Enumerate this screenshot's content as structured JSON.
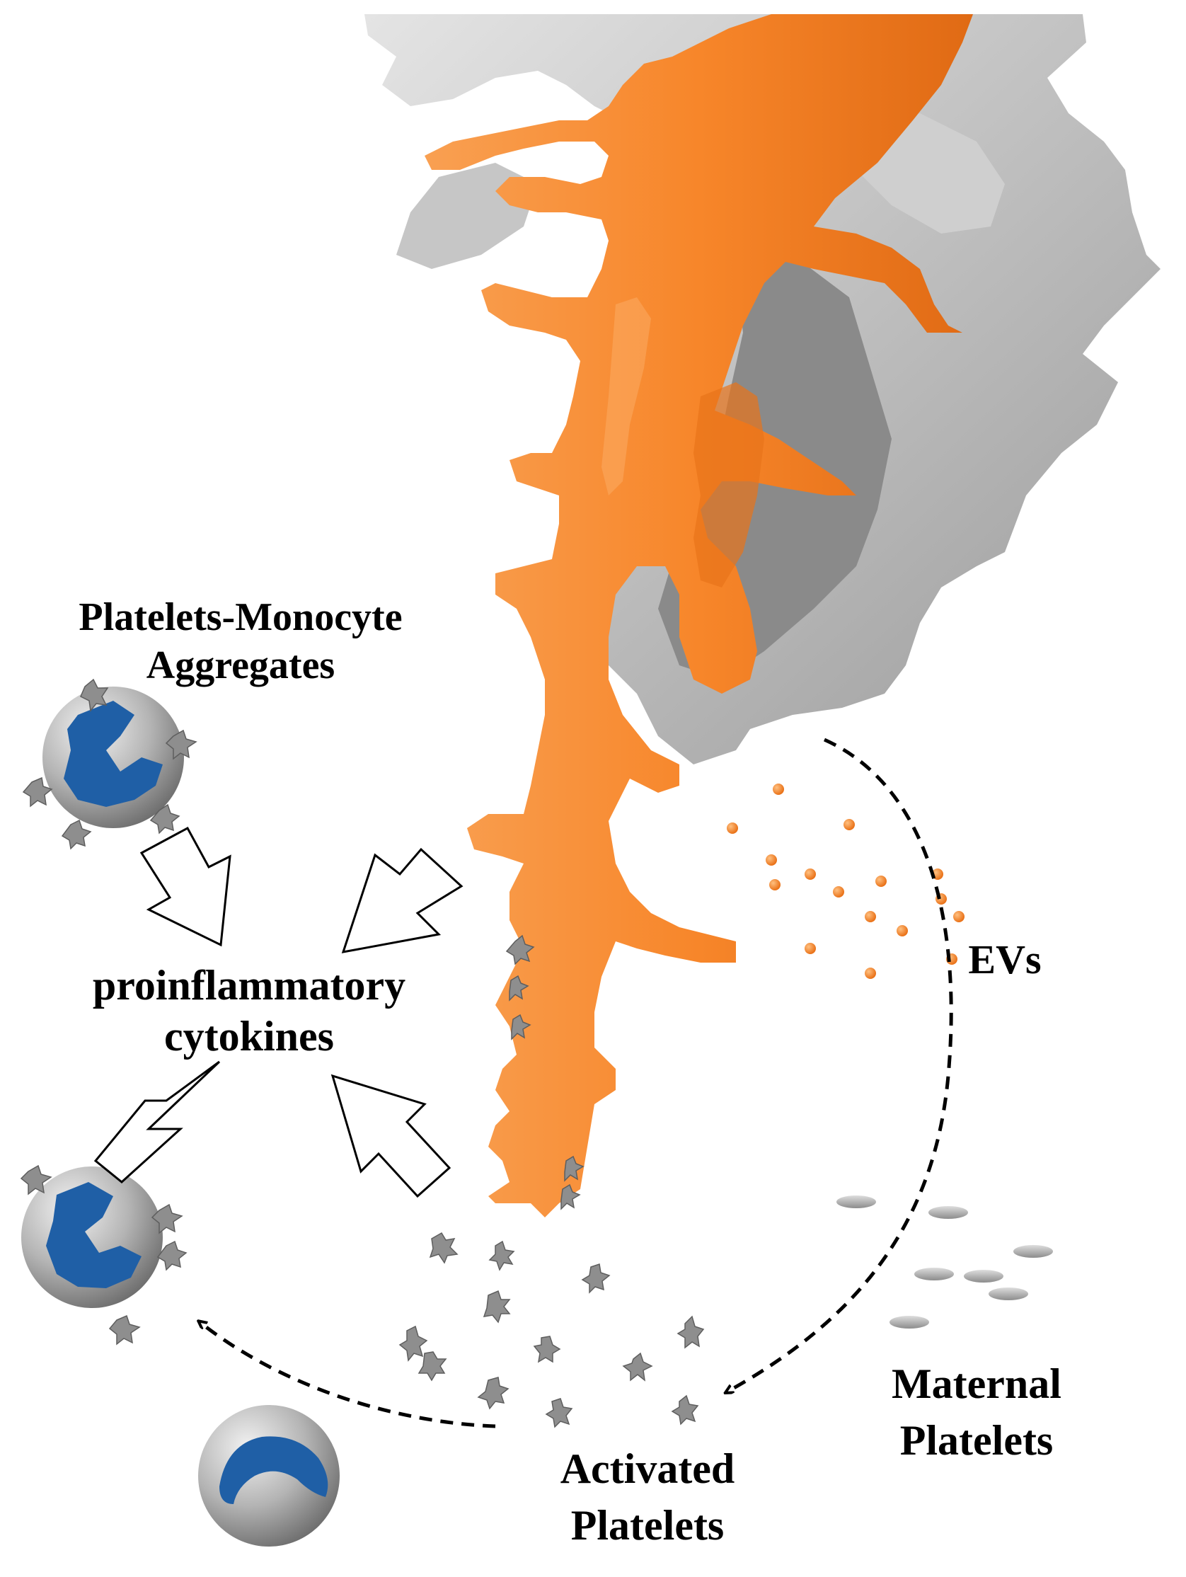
{
  "labels": {
    "pma_line1": "Platelets-Monocyte",
    "pma_line2": "Aggregates",
    "cyto_line1": "proinflammatory",
    "cyto_line2": "cytokines",
    "evs": "EVs",
    "maternal_line1": "Maternal",
    "maternal_line2": "Platelets",
    "activated_line1": "Activated",
    "activated_line2": "Platelets"
  },
  "colors": {
    "villus": "#f7862a",
    "villus_shade": "#d9661a",
    "maternal_tissue": "#b9b9b9",
    "maternal_tissue_dark": "#8a8a8a",
    "monocyte_body": "#a9a9a9",
    "monocyte_nucleus": "#1f5fa6",
    "platelet": "#9a9a9a",
    "ev": "#f07a1e"
  },
  "icons": {
    "placental_villus": "placental-villus-icon",
    "monocyte": "monocyte-icon",
    "activated_platelet": "activated-platelet-icon",
    "resting_platelet": "resting-platelet-icon",
    "extracellular_vesicle": "extracellular-vesicle-icon"
  }
}
